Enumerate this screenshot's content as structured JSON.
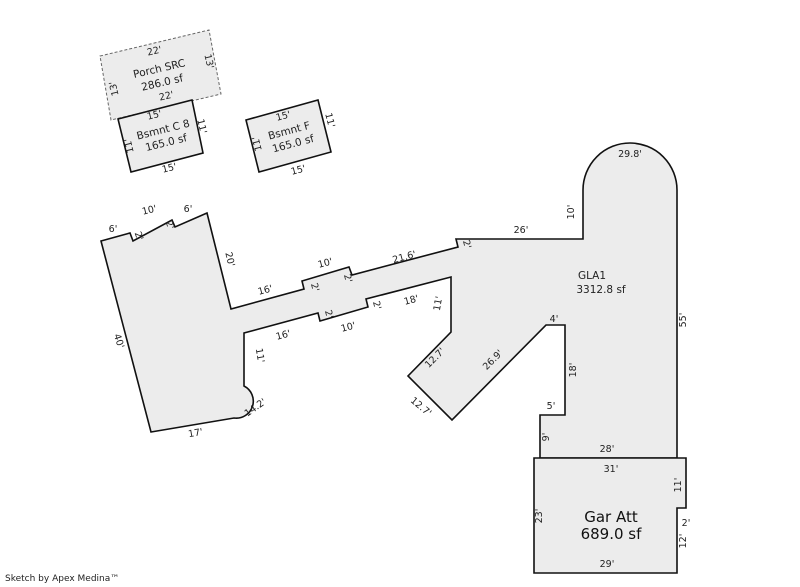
{
  "areas": {
    "gla": {
      "name": "GLA1",
      "area": "3312.8 sf"
    },
    "garage": {
      "name": "Gar Att",
      "area": "689.0 sf"
    },
    "porch": {
      "name": "Porch SRC",
      "area": "286.0 sf"
    },
    "bsmt_c8": {
      "name": "Bsmnt C 8",
      "area": "165.0 sf"
    },
    "bsmt_f": {
      "name": "Bsmnt F",
      "area": "165.0 sf"
    }
  },
  "dimensions": {
    "porch": {
      "top": "22'",
      "bottom": "22'",
      "left": "13'",
      "right": "13'"
    },
    "bsmt_c8": {
      "top": "15'",
      "bottom": "15'",
      "left": "11'",
      "right": "11'"
    },
    "bsmt_f": {
      "top": "15'",
      "bottom": "15'",
      "left": "11'",
      "right": "11'"
    },
    "gla": {
      "west_top_left": "6'",
      "west_top": "10'",
      "west_top_right": "6'",
      "jog_a": "2'",
      "jog_b": "2'",
      "west_right": "20'",
      "west_left": "40'",
      "west_bottom": "17'",
      "bay": "14.2'",
      "hall_upper_a": "16'",
      "hall_upper_b": "10'",
      "hall_upper_c": "21.6'",
      "jog_c": "2'",
      "jog_d": "2'",
      "jog_e": "2'",
      "hall_lower_a": "16'",
      "hall_lower_b": "10'",
      "hall_lower_c": "18'",
      "jog_f": "2'",
      "jog_g": "2'",
      "hall_left": "11'",
      "wing_right": "11'",
      "wing_diag": "26.9'",
      "wing_end_a": "12.7'",
      "wing_end_b": "12.7'",
      "east_top": "26'",
      "arc": "29.8'",
      "arc_side": "10'",
      "east_right": "55'",
      "notch_top": "4'",
      "notch_side": "18'",
      "notch_step": "5'",
      "notch_low": "9'",
      "east_bottom": "28'"
    },
    "garage": {
      "top": "31'",
      "bottom": "29'",
      "left": "23'",
      "right_upper": "11'",
      "right_step": "2'",
      "right_lower": "12'"
    }
  },
  "credit": "Sketch by Apex Medina™"
}
